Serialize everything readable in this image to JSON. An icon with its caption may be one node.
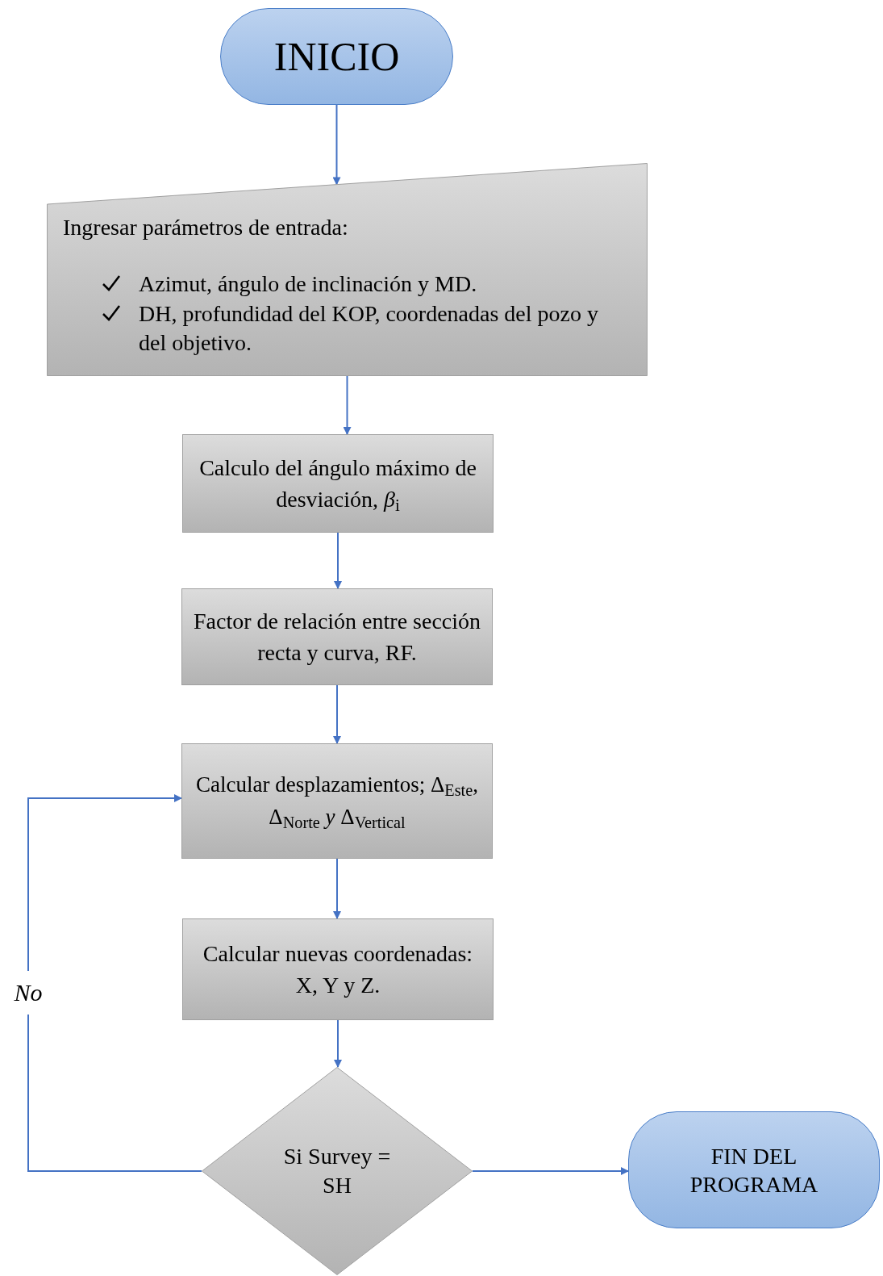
{
  "diagram": {
    "nodes": [
      {
        "text": [
          "INICIO"
        ]
      },
      {
        "text": [
          "Ingresar parámetros de entrada:",
          "Azimut, ángulo de inclinación y MD.",
          "DH, profundidad del KOP, coordenadas del pozo y del objetivo."
        ]
      },
      {
        "text": [
          "Calculo del ángulo máximo de desviación, *β*$_{i}$"
        ]
      },
      {
        "text": [
          "Factor de relación entre sección recta y curva, RF."
        ]
      },
      {
        "text": [
          "Calcular desplazamientos; Δ$_{Este}$, Δ$_{Norte}$ *y* Δ$_{Vertical}$"
        ]
      },
      {
        "text": [
          "Calcular nuevas coordenadas: X, Y y Z."
        ]
      },
      {
        "text": [
          "Si Survey = SH"
        ]
      },
      {
        "text": [
          "FIN DEL PROGRAMA"
        ]
      }
    ],
    "edges": [
      {
        "from": 0,
        "to": 1,
        "arrow": "to"
      },
      {
        "from": 1,
        "to": 2,
        "arrow": "to"
      },
      {
        "from": 2,
        "to": 3,
        "arrow": "to"
      },
      {
        "from": 3,
        "to": 4,
        "arrow": "to"
      },
      {
        "from": 4,
        "to": 5,
        "arrow": "to"
      },
      {
        "from": 5,
        "to": 6,
        "arrow": "to"
      },
      {
        "from": 6,
        "to": 7,
        "arrow": "to"
      },
      {
        "from": 6,
        "to": 4,
        "arrow": "to",
        "label": "No"
      }
    ]
  }
}
